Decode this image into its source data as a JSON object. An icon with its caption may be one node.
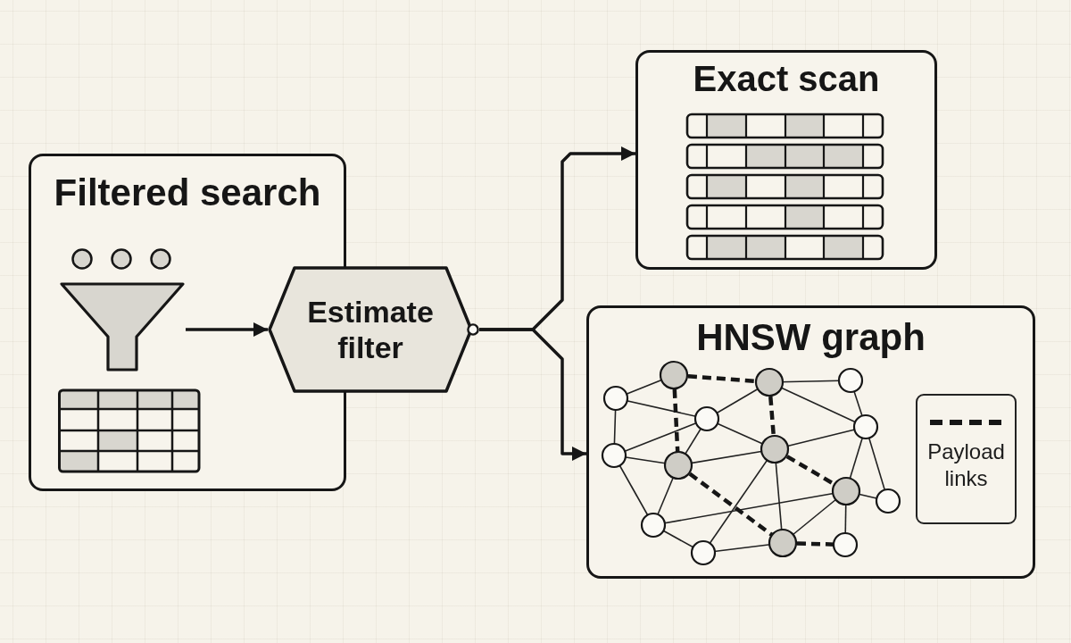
{
  "diagram": {
    "nodes": [
      {
        "text": [
          "Filtered search"
        ]
      },
      {
        "text": [],
        "shape": "picture",
        "in": 0
      },
      {
        "text": [
          "Estimate filter"
        ]
      },
      {
        "text": [
          "Exact scan"
        ]
      },
      {
        "text": [
          "HNSW graph"
        ]
      }
    ],
    "edges": [
      {
        "from": 1,
        "to": 2,
        "arrow": "to"
      },
      {
        "from": 2,
        "to": 3,
        "arrow": "to"
      },
      {
        "from": 2,
        "to": 4,
        "arrow": "to"
      }
    ],
    "legend": [
      {
        "text": "Payload links"
      }
    ]
  }
}
